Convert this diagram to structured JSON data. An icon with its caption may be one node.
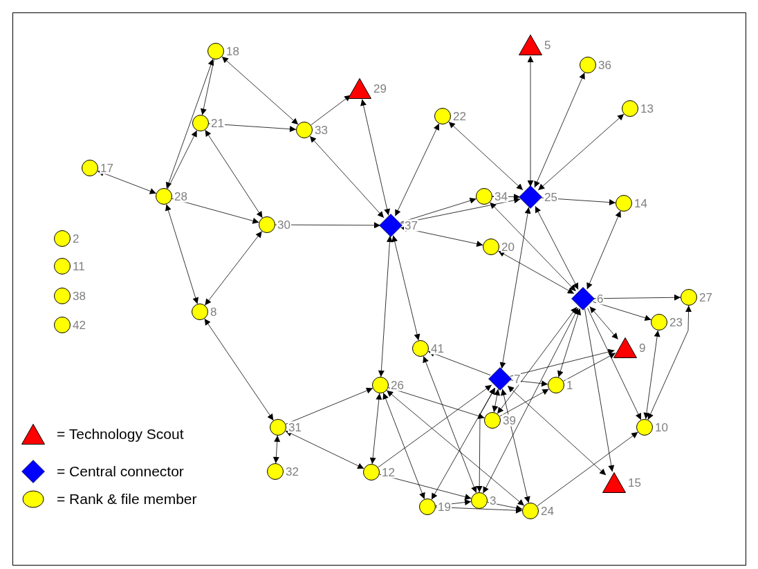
{
  "diagram": {
    "nodes": [
      {
        "text": [],
        "shape": "circle",
        "beside": [
          "18"
        ]
      },
      {
        "text": [],
        "shape": "triangle",
        "beside": [
          "29"
        ]
      },
      {
        "text": [],
        "shape": "triangle",
        "beside": [
          "5"
        ]
      },
      {
        "text": [],
        "shape": "circle",
        "beside": [
          "36"
        ]
      },
      {
        "text": [],
        "shape": "circle",
        "beside": [
          "33"
        ]
      },
      {
        "text": [],
        "shape": "circle",
        "beside": [
          "21"
        ]
      },
      {
        "text": [],
        "shape": "circle",
        "beside": [
          "22"
        ]
      },
      {
        "text": [],
        "shape": "circle",
        "beside": [
          "13"
        ]
      },
      {
        "text": [],
        "shape": "circle",
        "beside": [
          "17"
        ]
      },
      {
        "text": [],
        "shape": "circle",
        "beside": [
          "28"
        ]
      },
      {
        "text": [],
        "shape": "circle",
        "beside": [
          "34"
        ]
      },
      {
        "text": [],
        "shape": "diamond",
        "beside": [
          "25"
        ]
      },
      {
        "text": [],
        "shape": "circle",
        "beside": [
          "14"
        ]
      },
      {
        "text": [],
        "shape": "circle",
        "beside": [
          "2"
        ]
      },
      {
        "text": [],
        "shape": "circle",
        "beside": [
          "30"
        ]
      },
      {
        "text": [],
        "shape": "diamond",
        "beside": [
          "37"
        ]
      },
      {
        "text": [],
        "shape": "circle",
        "beside": [
          "20"
        ]
      },
      {
        "text": [],
        "shape": "circle",
        "beside": [
          "11"
        ]
      },
      {
        "text": [],
        "shape": "circle",
        "beside": [
          "38"
        ]
      },
      {
        "text": [],
        "shape": "diamond",
        "beside": [
          "6"
        ]
      },
      {
        "text": [],
        "shape": "circle",
        "beside": [
          "27"
        ]
      },
      {
        "text": [],
        "shape": "circle",
        "beside": [
          "42"
        ]
      },
      {
        "text": [],
        "shape": "circle",
        "beside": [
          "8"
        ]
      },
      {
        "text": [],
        "shape": "circle",
        "beside": [
          "23"
        ]
      },
      {
        "text": [],
        "shape": "triangle",
        "beside": [
          "9"
        ]
      },
      {
        "text": [],
        "shape": "circle",
        "beside": [
          "41"
        ]
      },
      {
        "text": [],
        "shape": "diamond",
        "beside": [
          "7"
        ]
      },
      {
        "text": [],
        "shape": "circle",
        "beside": [
          "26"
        ]
      },
      {
        "text": [],
        "shape": "circle",
        "beside": [
          "1"
        ]
      },
      {
        "text": [],
        "shape": "circle",
        "beside": [
          "39"
        ]
      },
      {
        "text": [],
        "shape": "circle",
        "beside": [
          "10"
        ]
      },
      {
        "text": [],
        "shape": "circle",
        "beside": [
          "31"
        ]
      },
      {
        "text": [],
        "shape": "circle",
        "beside": [
          "32"
        ]
      },
      {
        "text": [],
        "shape": "circle",
        "beside": [
          "12"
        ]
      },
      {
        "text": [],
        "shape": "triangle",
        "beside": [
          "15"
        ]
      },
      {
        "text": [],
        "shape": "circle",
        "beside": [
          "3"
        ]
      },
      {
        "text": [],
        "shape": "circle",
        "beside": [
          "19"
        ]
      },
      {
        "text": [],
        "shape": "circle",
        "beside": [
          "24"
        ]
      }
    ],
    "edges": [
      {
        "from": 0,
        "to": 5,
        "arrow": "to"
      },
      {
        "from": 9,
        "to": 0,
        "arrow": "both"
      },
      {
        "from": 9,
        "to": 5,
        "arrow": "to"
      },
      {
        "from": 0,
        "to": 4,
        "arrow": "both"
      },
      {
        "from": 5,
        "to": 4,
        "arrow": "to"
      },
      {
        "from": 5,
        "to": 14,
        "arrow": "both"
      },
      {
        "from": 8,
        "to": 9,
        "arrow": "both"
      },
      {
        "from": 9,
        "to": 14,
        "arrow": "to"
      },
      {
        "from": 9,
        "to": 22,
        "arrow": "both"
      },
      {
        "from": 14,
        "to": 22,
        "arrow": "both"
      },
      {
        "from": 14,
        "to": 15,
        "arrow": "to"
      },
      {
        "from": 4,
        "to": 1,
        "arrow": "to"
      },
      {
        "from": 4,
        "to": 15,
        "arrow": "both"
      },
      {
        "from": 1,
        "to": 15,
        "arrow": "both"
      },
      {
        "from": 6,
        "to": 15,
        "arrow": "both"
      },
      {
        "from": 6,
        "to": 11,
        "arrow": "both"
      },
      {
        "from": 15,
        "to": 10,
        "arrow": "to"
      },
      {
        "from": 15,
        "to": 11,
        "arrow": "to"
      },
      {
        "from": 10,
        "to": 11,
        "arrow": "both"
      },
      {
        "from": 19,
        "to": 10,
        "arrow": "both"
      },
      {
        "from": 15,
        "to": 16,
        "arrow": "both"
      },
      {
        "from": 15,
        "to": 27,
        "arrow": "both"
      },
      {
        "from": 15,
        "to": 25,
        "arrow": "both"
      },
      {
        "from": 2,
        "to": 11,
        "arrow": "both"
      },
      {
        "from": 11,
        "to": 3,
        "arrow": "both"
      },
      {
        "from": 11,
        "to": 7,
        "arrow": "both"
      },
      {
        "from": 11,
        "to": 12,
        "arrow": "to"
      },
      {
        "from": 11,
        "to": 19,
        "arrow": "both"
      },
      {
        "from": 11,
        "to": 26,
        "arrow": "both"
      },
      {
        "from": 12,
        "to": 19,
        "arrow": "both"
      },
      {
        "from": 16,
        "to": 19,
        "arrow": "both"
      },
      {
        "from": 19,
        "to": 20,
        "arrow": "to"
      },
      {
        "from": 19,
        "to": 23,
        "arrow": "to"
      },
      {
        "from": 19,
        "to": 24,
        "arrow": "both"
      },
      {
        "from": 19,
        "to": 28,
        "arrow": "both"
      },
      {
        "from": 19,
        "to": 30,
        "arrow": "to"
      },
      {
        "from": 19,
        "to": 34,
        "arrow": "to"
      },
      {
        "from": 19,
        "to": 29,
        "arrow": "both"
      },
      {
        "from": 19,
        "to": 35,
        "arrow": "both"
      },
      {
        "from": 26,
        "to": 28,
        "arrow": "to"
      },
      {
        "from": 29,
        "to": 28,
        "arrow": "to"
      },
      {
        "from": 28,
        "to": 24,
        "arrow": "to"
      },
      {
        "from": 26,
        "to": 24,
        "arrow": "to"
      },
      {
        "from": 26,
        "to": 25,
        "arrow": "to"
      },
      {
        "from": 26,
        "to": 34,
        "arrow": "both"
      },
      {
        "from": 26,
        "to": 29,
        "arrow": "both"
      },
      {
        "from": 26,
        "to": 35,
        "arrow": "both"
      },
      {
        "from": 26,
        "to": 37,
        "arrow": "both"
      },
      {
        "from": 36,
        "to": 26,
        "arrow": "both"
      },
      {
        "from": 33,
        "to": 26,
        "arrow": "to"
      },
      {
        "from": 27,
        "to": 29,
        "arrow": "to"
      },
      {
        "from": 27,
        "to": 33,
        "arrow": "both"
      },
      {
        "from": 27,
        "to": 36,
        "arrow": "both"
      },
      {
        "from": 27,
        "to": 37,
        "arrow": "both"
      },
      {
        "from": 25,
        "to": 35,
        "arrow": "both"
      },
      {
        "from": 31,
        "to": 27,
        "arrow": "to"
      },
      {
        "from": 31,
        "to": 33,
        "arrow": "both"
      },
      {
        "from": 31,
        "to": 32,
        "arrow": "both"
      },
      {
        "from": 22,
        "to": 31,
        "arrow": "both"
      },
      {
        "from": 33,
        "to": 35,
        "arrow": "to"
      },
      {
        "from": 36,
        "to": 35,
        "arrow": "to"
      },
      {
        "from": 36,
        "to": 37,
        "arrow": "to"
      },
      {
        "from": 35,
        "to": 37,
        "arrow": "to"
      },
      {
        "from": 37,
        "to": 30,
        "arrow": "to"
      },
      {
        "from": 23,
        "to": 30,
        "arrow": "both"
      },
      {
        "from": 30,
        "to": 20,
        "arrow": "both"
      }
    ],
    "legend": [
      {
        "text": "= Technology Scout"
      },
      {
        "text": "= Central connector"
      },
      {
        "text": "= Rank & file member"
      }
    ]
  }
}
